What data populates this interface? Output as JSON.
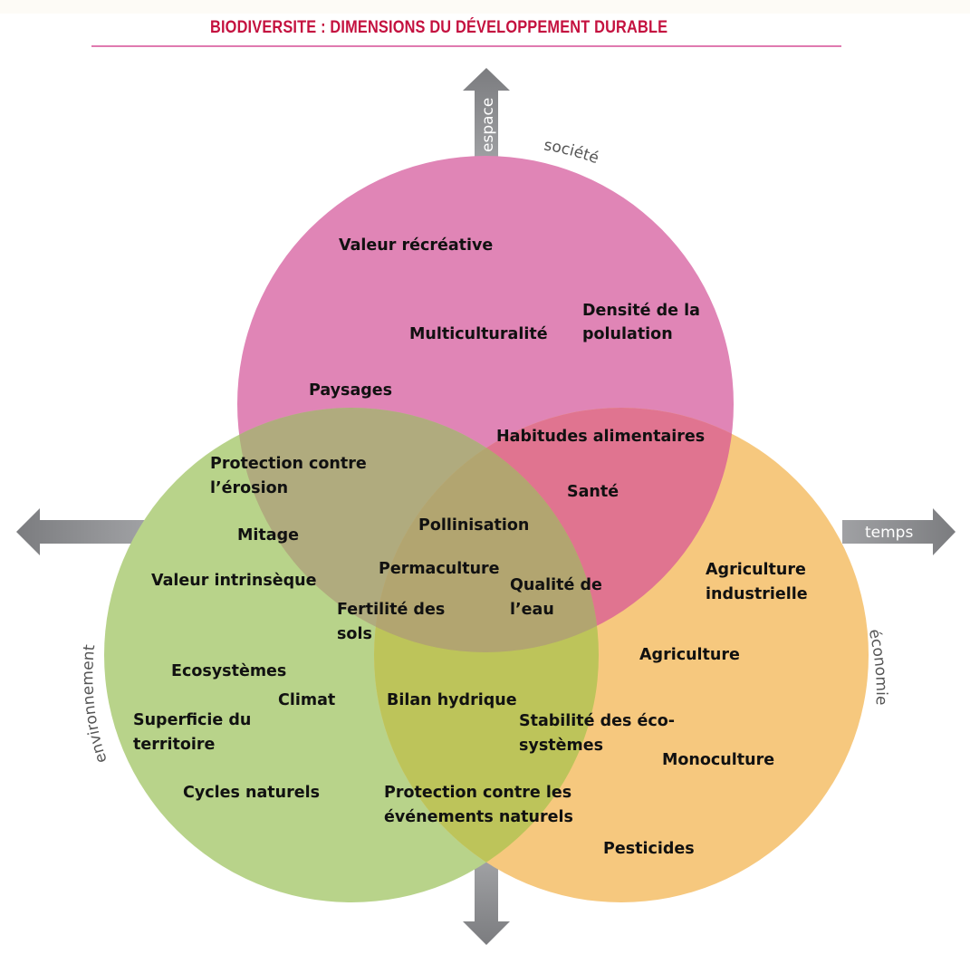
{
  "title": "BIODIVERSITE : DIMENSIONS DU DÉVELOPPEMENT DURABLE",
  "colors": {
    "title": "#c4113f",
    "rule": "#e07ab0",
    "society": "#e085b6",
    "environment": "#b8d38a",
    "economy": "#f6c87e",
    "society_environment": "#b0ab7e",
    "society_economy": "#e07490",
    "environment_economy": "#bdc45a",
    "all_three": "#b2a570",
    "arrow": "#8c8d90"
  },
  "arrows": {
    "up": "espace",
    "right": "temps",
    "left": "",
    "down": ""
  },
  "dimensions": {
    "society": "société",
    "environment": "environnement",
    "economy": "économie"
  },
  "labels": {
    "society": [
      [
        "Valeur récréative"
      ],
      [
        "Multiculturalité"
      ],
      [
        "Densité de la",
        "polulation"
      ],
      [
        "Paysages"
      ]
    ],
    "society_economy": [
      [
        "Habitudes alimentaires"
      ],
      [
        "Santé"
      ]
    ],
    "society_environment": [
      [
        "Protection contre",
        "l’érosion"
      ]
    ],
    "all_three": [
      [
        "Pollinisation"
      ],
      [
        "Permaculture"
      ],
      [
        "Qualité de",
        "l’eau"
      ],
      [
        "Fertilité des",
        "sols"
      ]
    ],
    "environment": [
      [
        "Mitage"
      ],
      [
        "Valeur intrinsèque"
      ],
      [
        "Ecosystèmes"
      ],
      [
        "Climat"
      ],
      [
        "Superficie du",
        "territoire"
      ],
      [
        "Cycles naturels"
      ]
    ],
    "environment_economy": [
      [
        "Bilan hydrique"
      ],
      [
        "Stabilité des éco-",
        "systèmes"
      ],
      [
        "Protection contre les",
        "événements naturels"
      ]
    ],
    "economy": [
      [
        "Agriculture",
        "industrielle"
      ],
      [
        "Agriculture"
      ],
      [
        "Monoculture"
      ],
      [
        "Pesticides"
      ]
    ]
  }
}
